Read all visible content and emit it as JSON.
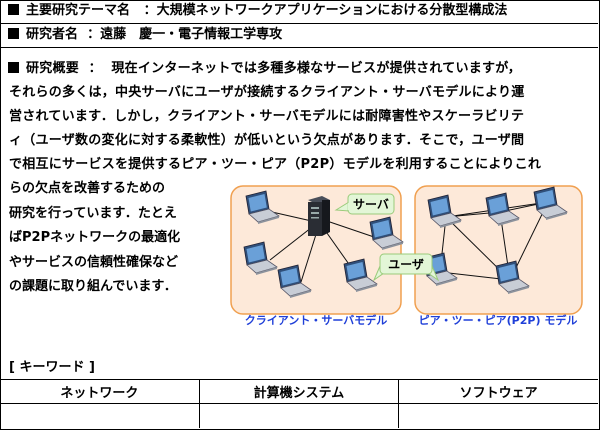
{
  "header": {
    "theme_label": "主要研究テーマ名",
    "theme_value": "：大規模ネットワークアプリケーションにおける分散型構成法",
    "researcher_label": "研究者名",
    "researcher_value": "：遠藤　慶一・電子情報工学専攻"
  },
  "overview": {
    "label": "研究概要",
    "colon": "：",
    "lines": [
      "現在インターネットでは多種多様なサービスが提供されていますが，",
      "それらの多くは，中央サーバにユーザが接続するクライアント・サーバモデルにより運",
      "営されています．しかし，クライアント・サーバモデルには耐障害性やスケーラビリテ",
      "ィ（ユーザ数の変化に対する柔軟性）が低いという欠点があります．そこで，ユーザ間",
      "で相互にサービスを提供するピア・ツー・ピア（P2P）モデルを利用することによりこれ"
    ],
    "narrow_lines": [
      "らの欠点を改善するための",
      "研究を行っています．たとえ",
      "ばP2Pネットワークの最適化",
      "やサービスの信頼性確保など",
      "の課題に取り組んでいます．"
    ]
  },
  "diagram": {
    "server_callout": "サーバ",
    "user_callout": "ユーザ",
    "client_server_label": "クライアント・サーバモデル",
    "p2p_label": "ピア・ツー・ピア(P2P) モデル",
    "colors": {
      "panel_fill": "#fde9d9",
      "panel_border": "#f0a050",
      "label_text": "#1f3fd8",
      "callout_fill": "#e3f6d7",
      "callout_border": "#9acb7a"
    }
  },
  "keywords": {
    "label": "[ キーワード ]",
    "items": [
      "ネットワーク",
      "計算機システム",
      "ソフトウェア"
    ]
  }
}
